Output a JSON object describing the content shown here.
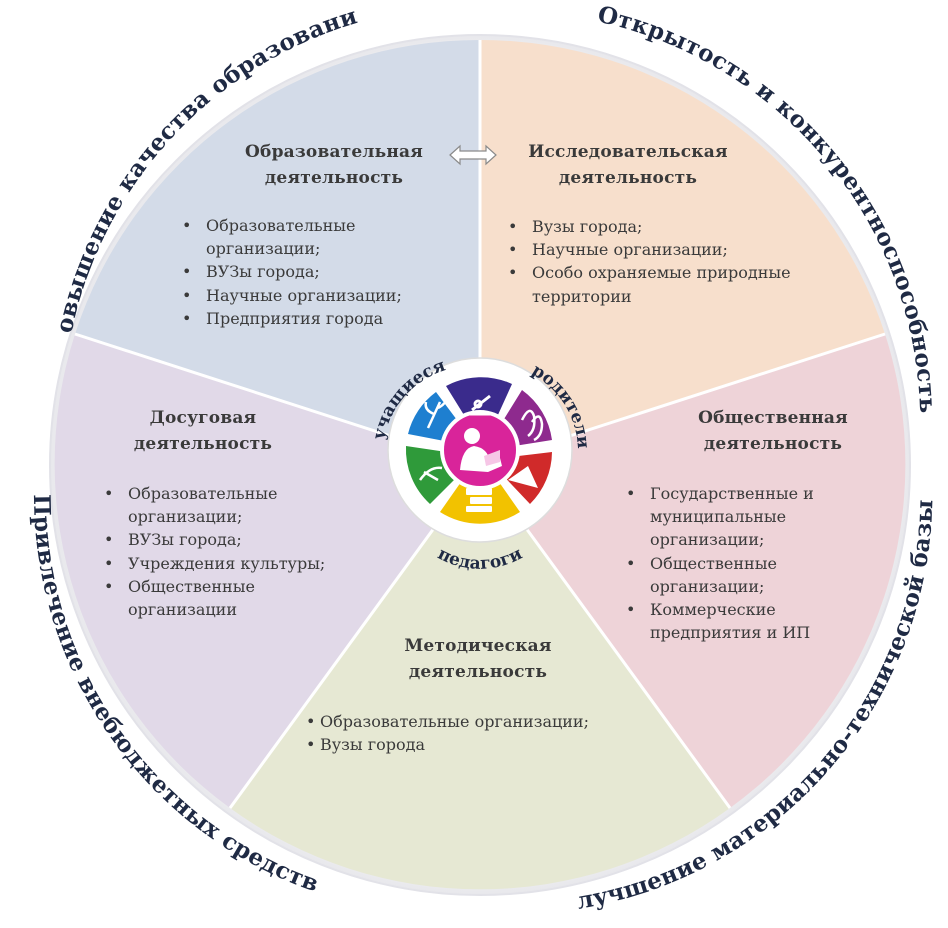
{
  "outer_labels": {
    "top_left": "Повышение качества образования",
    "top_right": "Открытость и конкурентноспособность",
    "bottom_left": "Привлечение внебюджетных средств",
    "bottom_right": "Улучшение материально-технической базы"
  },
  "center_labels": {
    "students": "учащиеся",
    "parents": "родители",
    "teachers": "педагоги"
  },
  "sectors": {
    "educational": {
      "title_line1": "Образовательная",
      "title_line2": "деятельность",
      "items": [
        "Образовательные организации;",
        "ВУЗы города;",
        "Научные организации;",
        "Предприятия города"
      ]
    },
    "research": {
      "title_line1": "Исследовательская",
      "title_line2": "деятельность",
      "items": [
        "Вузы города;",
        "Научные организации;",
        "Особо охраняемые природные территории"
      ]
    },
    "leisure": {
      "title_line1": "Досуговая",
      "title_line2": "деятельность",
      "items": [
        "Образовательные организации;",
        "ВУЗы города;",
        "Учреждения культуры;",
        "Общественные организации"
      ]
    },
    "public": {
      "title_line1": "Общественная",
      "title_line2": "деятельность",
      "items": [
        "Государственные и муниципальные организации;",
        "Общественные организации;",
        "Коммерческие предприятия и ИП"
      ]
    },
    "methodical": {
      "title_line1": "Методическая",
      "title_line2": "деятельность",
      "items": [
        "Образовательные организации;",
        "Вузы города"
      ]
    }
  },
  "colors": {
    "educational": "#d3dbe8",
    "research": "#f7dfcc",
    "leisure": "#e1d9e8",
    "public": "#eed3d8",
    "methodical": "#e6e8d3",
    "center_segments": [
      "#1e7fd0",
      "#3a2b8c",
      "#8e2a8e",
      "#d02a2a",
      "#f2c200",
      "#2f9a3a"
    ],
    "hub": "#d9249a"
  },
  "icons": [
    "plant-icon",
    "microscope-icon",
    "ballet-shoes-icon",
    "tent-icon",
    "books-icon",
    "leaf-icon",
    "reading-child-icon"
  ]
}
